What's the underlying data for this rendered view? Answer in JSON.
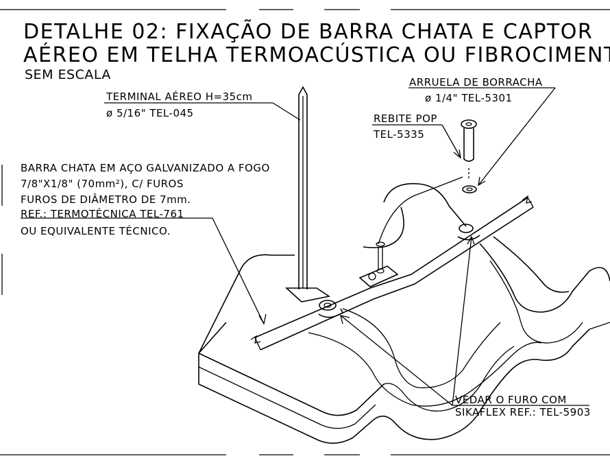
{
  "title": {
    "line1": "DETALHE 02: FIXAÇÃO DE BARRA CHATA E CAPTOR",
    "line2": "AÉREO EM TELHA TERMOACÚSTICA OU FIBROCIMENTO.",
    "scale": "SEM ESCALA"
  },
  "labels": {
    "terminal": {
      "line1": "TERMINAL  AÉREO H=35cm",
      "line2": "ø 5/16\" TEL-045"
    },
    "barra": {
      "line1": "BARRA CHATA EM AÇO GALVANIZADO A FOGO",
      "line2": "7/8\"X1/8\" (70mm²), C/ FUROS",
      "line3": "FUROS DE DIÂMETRO DE 7mm.",
      "line4": "REF.: TERMOTÉCNICA TEL-761",
      "line5": "OU EQUIVALENTE TÉCNICO."
    },
    "arruela": {
      "line1": "ARRUELA DE BORRACHA",
      "line2": "ø 1/4\" TEL-5301"
    },
    "rebite": {
      "line1": "REBITE POP",
      "line2": "TEL-5335"
    },
    "vedar": {
      "line1": "VEDAR O FURO COM",
      "line2": "SIKAFLEX REF.: TEL-5903"
    }
  }
}
